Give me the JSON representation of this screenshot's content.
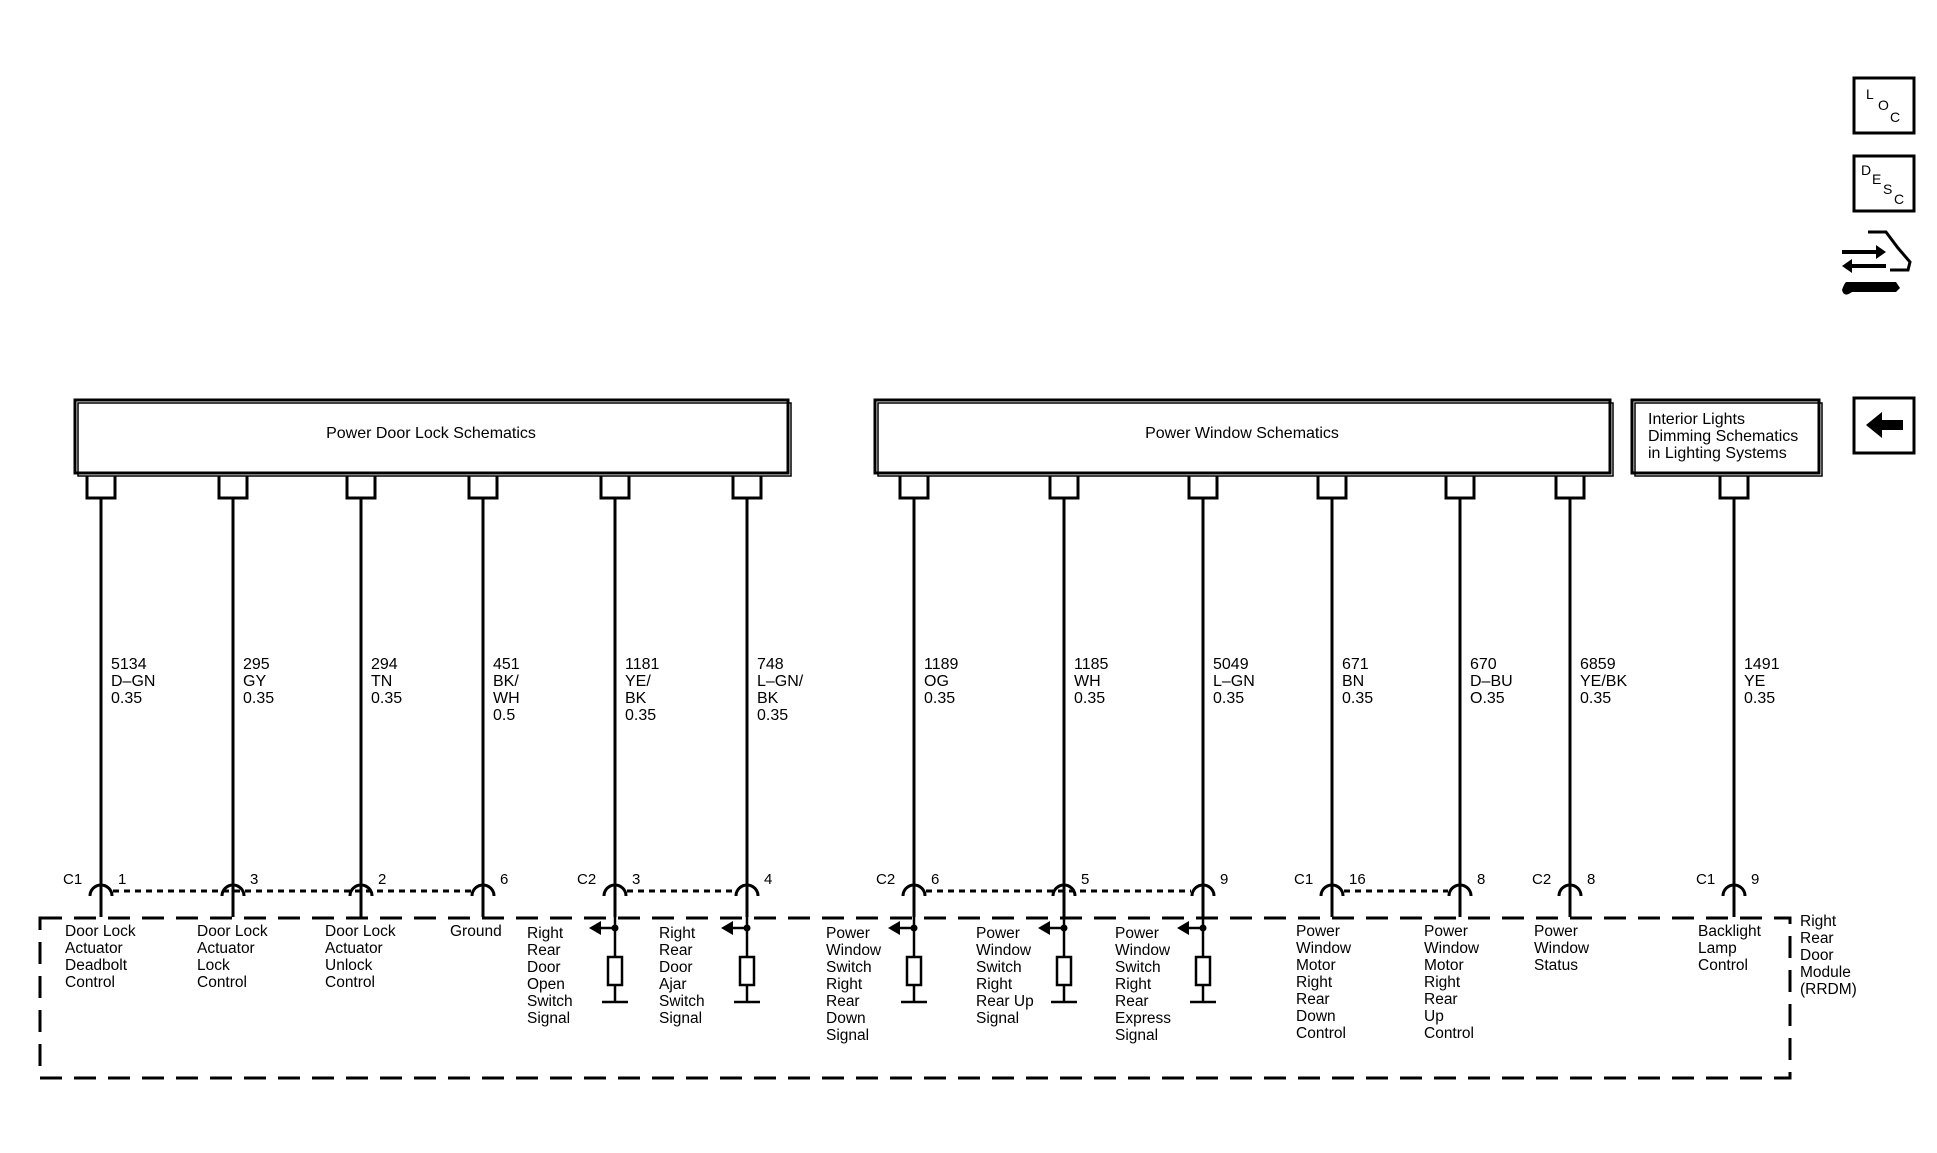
{
  "icons": {
    "loc": [
      "L",
      "O",
      "C"
    ],
    "desc": [
      "D",
      "E",
      "S",
      "C"
    ],
    "connector_views": "connector-views-icon",
    "back": "back-arrow-icon"
  },
  "boxes": [
    {
      "id": "power-door-lock",
      "lines": [
        "Power Door Lock Schematics"
      ]
    },
    {
      "id": "power-window",
      "lines": [
        "Power Window Schematics"
      ]
    },
    {
      "id": "interior-lights",
      "lines": [
        "Interior Lights",
        "Dimming Schematics",
        "in Lighting Systems"
      ]
    }
  ],
  "circuits": [
    {
      "id": "c1-1",
      "box": 0,
      "circuit": "5134",
      "color": "D–GN",
      "size": "0.35",
      "connector": "C1",
      "pin": "1",
      "function": [
        "Door Lock",
        "Actuator",
        "Deadbolt",
        "Control"
      ],
      "switch": false
    },
    {
      "id": "c1-3",
      "box": 0,
      "circuit": "295",
      "color": "GY",
      "size": "0.35",
      "connector": "",
      "pin": "3",
      "function": [
        "Door Lock",
        "Actuator",
        "Lock",
        "Control"
      ],
      "switch": false
    },
    {
      "id": "c1-2",
      "box": 0,
      "circuit": "294",
      "color": "TN",
      "size": "0.35",
      "connector": "",
      "pin": "2",
      "function": [
        "Door Lock",
        "Actuator",
        "Unlock",
        "Control"
      ],
      "switch": false
    },
    {
      "id": "c1-6",
      "box": 0,
      "circuit": "451",
      "color": "BK/\nWH",
      "size": "0.5",
      "connector": "",
      "pin": "6",
      "function": [
        "Ground"
      ],
      "switch": false
    },
    {
      "id": "c2-3",
      "box": 0,
      "circuit": "1181",
      "color": "YE/\nBK",
      "size": "0.35",
      "connector": "C2",
      "pin": "3",
      "function": [
        "Right",
        "Rear",
        "Door",
        "Open",
        "Switch",
        "Signal"
      ],
      "switch": true
    },
    {
      "id": "c2-4",
      "box": 0,
      "circuit": "748",
      "color": "L–GN/\nBK",
      "size": "0.35",
      "connector": "",
      "pin": "4",
      "function": [
        "Right",
        "Rear",
        "Door",
        "Ajar",
        "Switch",
        "Signal"
      ],
      "switch": true
    },
    {
      "id": "c2-6",
      "box": 1,
      "circuit": "1189",
      "color": "OG",
      "size": "0.35",
      "connector": "C2",
      "pin": "6",
      "function": [
        "Power",
        "Window",
        "Switch",
        "Right",
        "Rear",
        "Down",
        "Signal"
      ],
      "switch": true
    },
    {
      "id": "c2-5",
      "box": 1,
      "circuit": "1185",
      "color": "WH",
      "size": "0.35",
      "connector": "",
      "pin": "5",
      "function": [
        "Power",
        "Window",
        "Switch",
        "Right",
        "Rear Up",
        "Signal"
      ],
      "switch": true
    },
    {
      "id": "c2-9",
      "box": 1,
      "circuit": "5049",
      "color": "L–GN",
      "size": "0.35",
      "connector": "",
      "pin": "9",
      "function": [
        "Power",
        "Window",
        "Switch",
        "Right",
        "Rear",
        "Express",
        "Signal"
      ],
      "switch": true
    },
    {
      "id": "c1-16",
      "box": 1,
      "circuit": "671",
      "color": "BN",
      "size": "0.35",
      "connector": "C1",
      "pin": "16",
      "function": [
        "Power",
        "Window",
        "Motor",
        "Right",
        "Rear",
        "Down",
        "Control"
      ],
      "switch": false
    },
    {
      "id": "c1-8",
      "box": 1,
      "circuit": "670",
      "color": "D–BU",
      "size": "O.35",
      "connector": "",
      "pin": "8",
      "function": [
        "Power",
        "Window",
        "Motor",
        "Right",
        "Rear",
        "Up",
        "Control"
      ],
      "switch": false
    },
    {
      "id": "c2-8",
      "box": 1,
      "circuit": "6859",
      "color": "YE/BK",
      "size": "0.35",
      "connector": "C2",
      "pin": "8",
      "function": [
        "Power",
        "Window",
        "Status"
      ],
      "switch": false
    },
    {
      "id": "c1-9",
      "box": 2,
      "circuit": "1491",
      "color": "YE",
      "size": "0.35",
      "connector": "C1",
      "pin": "9",
      "function": [
        "Backlight",
        "Lamp",
        "Control"
      ],
      "switch": false
    }
  ],
  "module": {
    "lines": [
      "Right",
      "Rear",
      "Door",
      "Module",
      "(RRDM)"
    ]
  }
}
